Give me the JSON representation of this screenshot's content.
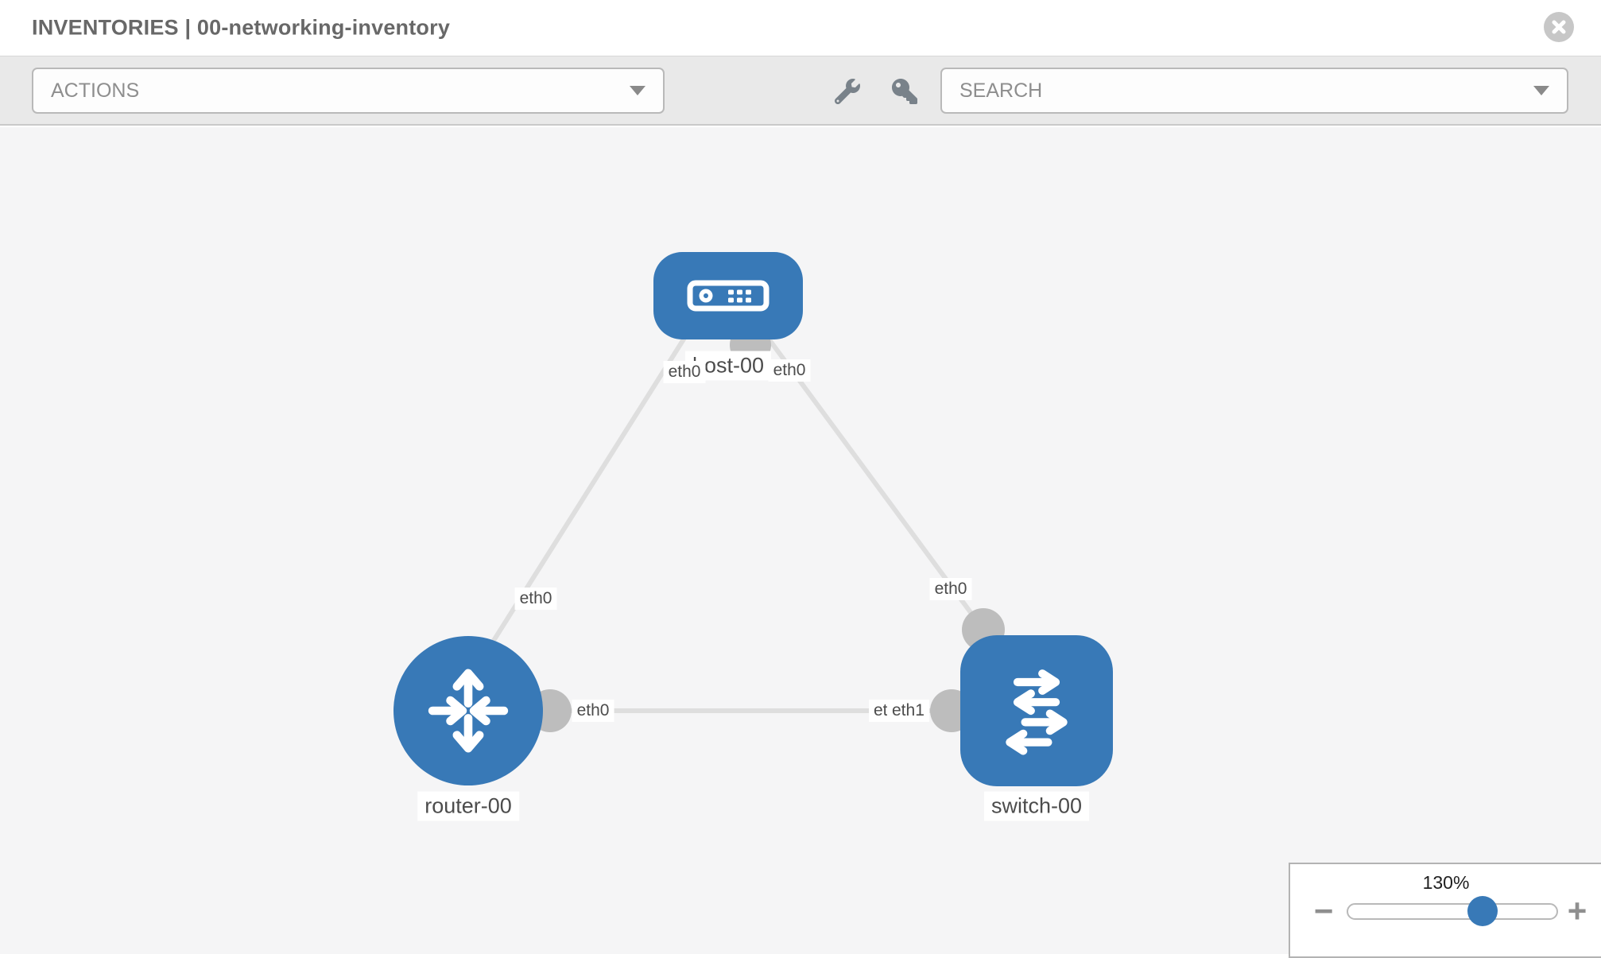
{
  "header": {
    "title": "INVENTORIES | 00-networking-inventory",
    "close_icon": "circle-x"
  },
  "toolbar": {
    "actions": {
      "label": "ACTIONS"
    },
    "search": {
      "label": "SEARCH"
    },
    "icons": [
      "wrench",
      "key"
    ]
  },
  "topology": {
    "nodes": [
      {
        "id": "host-00",
        "type": "host",
        "label": "host-00"
      },
      {
        "id": "router-00",
        "type": "router",
        "label": "router-00"
      },
      {
        "id": "switch-00",
        "type": "switch",
        "label": "switch-00"
      }
    ],
    "links": [
      {
        "from": "host-00",
        "to": "router-00"
      },
      {
        "from": "host-00",
        "to": "switch-00"
      },
      {
        "from": "router-00",
        "to": "switch-00"
      }
    ],
    "interface_labels": {
      "host_left": "eth0",
      "host_right": "eth0",
      "host_router_mid": "eth0",
      "host_switch_mid": "eth0",
      "router_side": "eth0",
      "switch_side_under": "eth0",
      "switch_side_over": "eth1"
    },
    "colors": {
      "node_blue": "#3879b7",
      "interface_dot": "#bdbdbd",
      "link": "#dedede"
    }
  },
  "zoom_control": {
    "level": "130%",
    "minus": "−",
    "plus": "+"
  }
}
